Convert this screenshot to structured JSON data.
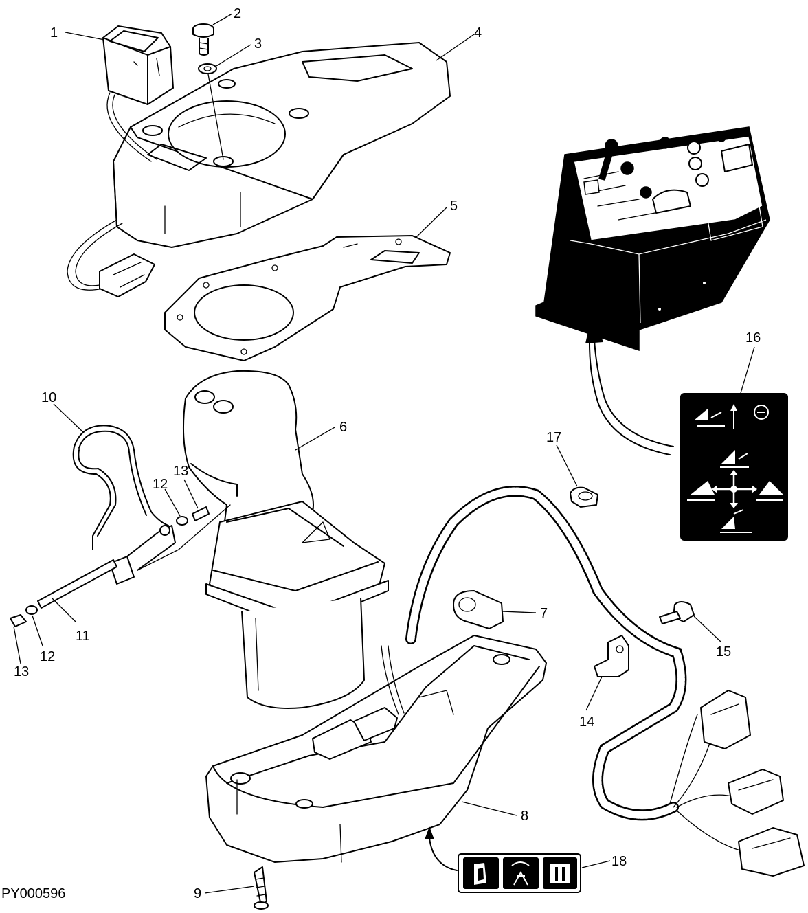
{
  "figure_id": "PY000596",
  "callouts": {
    "c1": "1",
    "c2": "2",
    "c3": "3",
    "c4": "4",
    "c5": "5",
    "c6": "6",
    "c7": "7",
    "c8": "8",
    "c9": "9",
    "c10": "10",
    "c11": "11",
    "c12a": "12",
    "c12b": "12",
    "c13a": "13",
    "c13b": "13",
    "c14": "14",
    "c15": "15",
    "c16": "16",
    "c17": "17",
    "c18": "18"
  }
}
